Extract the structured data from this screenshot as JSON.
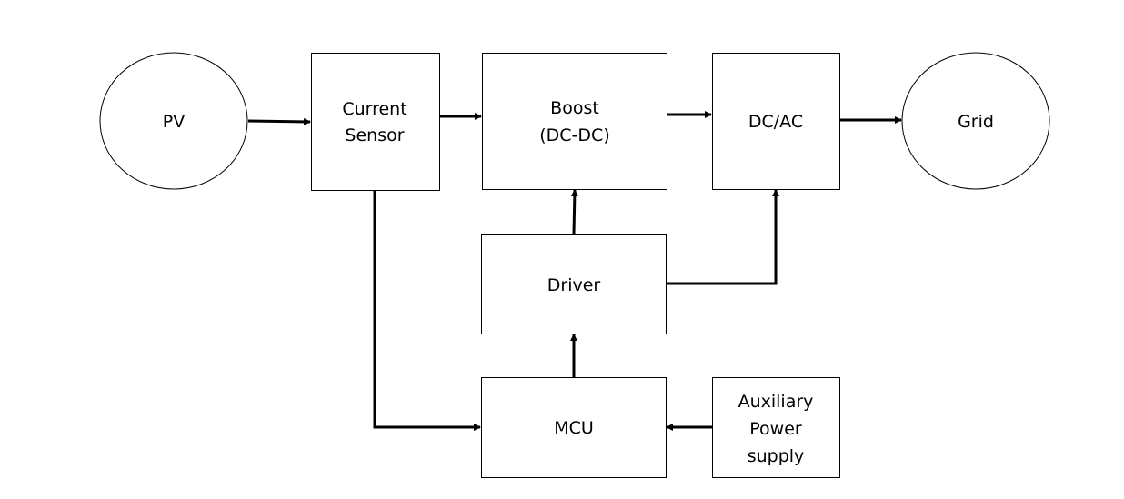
{
  "nodes": {
    "pv": {
      "label": "PV"
    },
    "current_sensor": {
      "line1": "Current",
      "line2": "Sensor"
    },
    "boost": {
      "line1": "Boost",
      "line2": "(DC-DC)"
    },
    "dcac": {
      "label": "DC/AC"
    },
    "grid": {
      "label": "Grid"
    },
    "driver": {
      "label": "Driver"
    },
    "mcu": {
      "label": "MCU"
    },
    "aux": {
      "line1": "Auxiliary",
      "line2": "Power",
      "line3": "supply"
    }
  },
  "edges": [
    {
      "from": "PV",
      "to": "Current Sensor"
    },
    {
      "from": "Current Sensor",
      "to": "Boost (DC-DC)"
    },
    {
      "from": "Boost (DC-DC)",
      "to": "DC/AC"
    },
    {
      "from": "DC/AC",
      "to": "Grid"
    },
    {
      "from": "Driver",
      "to": "Boost (DC-DC)"
    },
    {
      "from": "Driver",
      "to": "DC/AC"
    },
    {
      "from": "MCU",
      "to": "Driver"
    },
    {
      "from": "Current Sensor",
      "to": "MCU"
    },
    {
      "from": "Auxiliary Power supply",
      "to": "MCU"
    }
  ]
}
